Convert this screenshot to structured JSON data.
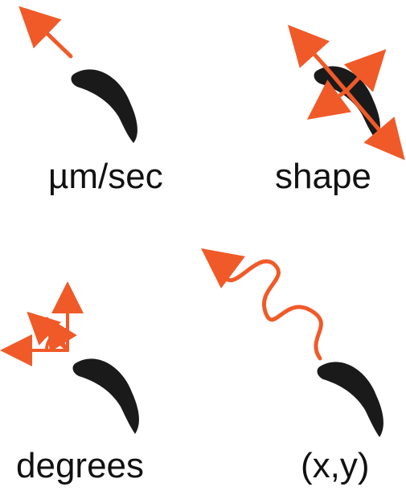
{
  "panels": {
    "speed": {
      "label": "µm/sec"
    },
    "shape": {
      "label": "shape"
    },
    "angle": {
      "label": "degrees"
    },
    "position": {
      "label": "(x,y)"
    }
  },
  "colors": {
    "cell": "#1a1a1a",
    "arrow": "#f05a28",
    "text": "#111111",
    "background": "#ffffff"
  },
  "icons": {
    "cell": "crescent-cell-icon",
    "speed": "straight-arrow-icon",
    "shape": "crossed-double-arrows-icon",
    "angle": "angle-protractor-icon",
    "position": "wavy-path-arrow-icon"
  }
}
